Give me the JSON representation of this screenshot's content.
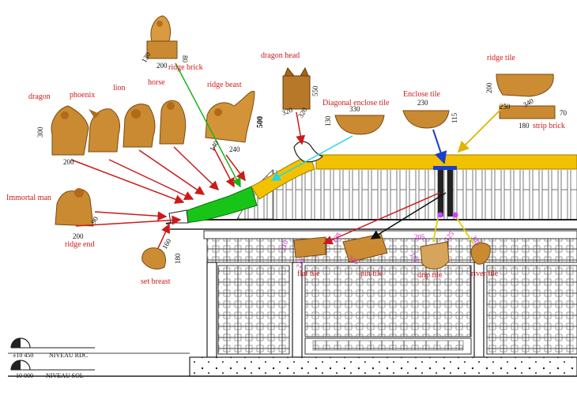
{
  "labels": {
    "dragon": "dragon",
    "phoenix": "phoenix",
    "lion": "lion",
    "horse": "horse",
    "ridge_beast": "ridge beast",
    "ridge_brick": "ridge brick",
    "dragon_head": "dragon head",
    "diagonal_enclose_tile": "Diagonal enclose tile",
    "enclose_tile": "Enclose tile",
    "ridge_tile": "ridge tile",
    "strip_brick": "strip brick",
    "immortal_man": "Immortal man",
    "ridge_end": "ridge end",
    "set_breast": "set breast",
    "flat_tile": "flat tile",
    "pin_tile": "pin tile",
    "drip_tile": "drip tile",
    "river_tile": "river tile"
  },
  "dimensions": {
    "dragon_h": "300",
    "dragon_w": "200",
    "ridge_brick_a": "130",
    "ridge_brick_b": "200",
    "ridge_brick_c": "80",
    "dragon_head_h": "550",
    "dragon_head_a": "320",
    "dragon_head_b": "320",
    "ridge_beast_a": "140",
    "ridge_beast_b": "240",
    "ridge_beast_h": "500",
    "diag_enclose_w": "330",
    "diag_enclose_h": "130",
    "enclose_w": "230",
    "enclose_h": "115",
    "ridge_tile_a": "200",
    "ridge_tile_b": "250",
    "ridge_tile_c": "340",
    "strip_brick_a": "70",
    "strip_brick_b": "180",
    "immortal_a": "90",
    "immortal_b": "200",
    "set_breast_a": "160",
    "set_breast_b": "180",
    "flat_a": "210",
    "flat_b": "215",
    "pin_a": "198",
    "pin_b": "345",
    "drip_a": "205",
    "drip_b": "175",
    "river_a": "125",
    "river_b": "345"
  },
  "levels": {
    "rdc_value": "±10 450",
    "rdc_name": "NIVEAU RDC",
    "sol_value": "10 000",
    "sol_name": "NIVEAU SOL"
  },
  "colors": {
    "annotation_red": "#cc1a1a",
    "ridge_green": "#19c419",
    "ridge_yellow": "#f2c200",
    "arrow_blue": "#1a3fcc",
    "arrow_cyan": "#22d7e6",
    "arrow_gold": "#e0b400",
    "tile_tan": "#c98a32",
    "dim_magenta": "#cc22cc"
  }
}
